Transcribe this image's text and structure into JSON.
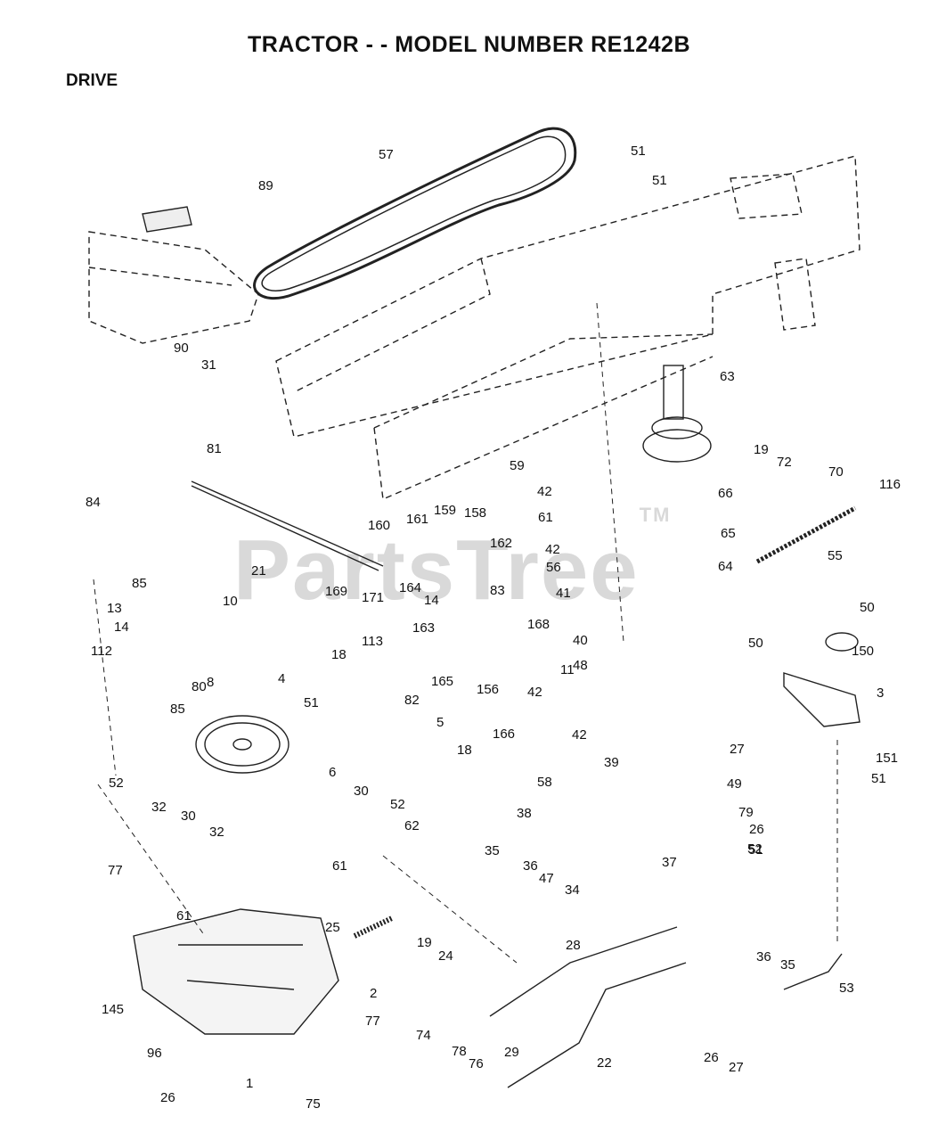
{
  "header": {
    "title": "TRACTOR - - MODEL NUMBER RE1242B",
    "section": "DRIVE"
  },
  "watermark": {
    "text": "PartsTree",
    "mark": "TM"
  },
  "callouts": [
    "57",
    "89",
    "51",
    "51",
    "63",
    "19",
    "72",
    "70",
    "116",
    "90",
    "31",
    "81",
    "59",
    "42",
    "61",
    "66",
    "84",
    "160",
    "161",
    "159",
    "158",
    "162",
    "42",
    "56",
    "65",
    "64",
    "55",
    "21",
    "169",
    "171",
    "164",
    "14",
    "83",
    "41",
    "85",
    "10",
    "13",
    "14",
    "112",
    "163",
    "168",
    "50",
    "50",
    "150",
    "8",
    "4",
    "80",
    "85",
    "18",
    "113",
    "82",
    "165",
    "156",
    "166",
    "42",
    "40",
    "48",
    "3",
    "51",
    "38",
    "11",
    "5",
    "18",
    "6",
    "42",
    "39",
    "58",
    "27",
    "151",
    "49",
    "51",
    "52",
    "79",
    "32",
    "30",
    "52",
    "62",
    "35",
    "36",
    "47",
    "52",
    "30",
    "32",
    "26",
    "34",
    "37",
    "51",
    "77",
    "61",
    "61",
    "25",
    "19",
    "24",
    "36",
    "35",
    "53",
    "2",
    "28",
    "145",
    "77",
    "96",
    "74",
    "29",
    "22",
    "26",
    "78",
    "76",
    "27",
    "1",
    "26",
    "75"
  ]
}
